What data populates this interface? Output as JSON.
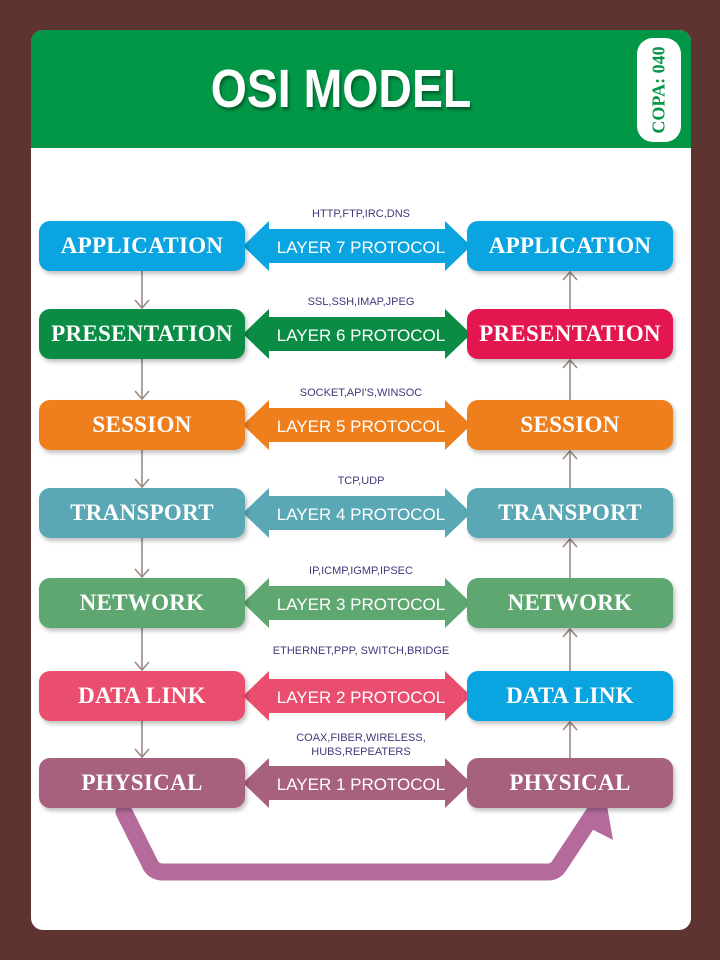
{
  "title": "OSI MODEL",
  "badge": "COPA: 040",
  "layers": [
    {
      "name": "APPLICATION",
      "protocol": "LAYER 7 PROTOCOL",
      "examples": "HTTP,FTP,IRC,DNS",
      "left_color": "#0aa4e0",
      "right_color": "#0aa4e0",
      "arrow_color": "#0aa4e0"
    },
    {
      "name": "PRESENTATION",
      "protocol": "LAYER 6 PROTOCOL",
      "examples": "SSL,SSH,IMAP,JPEG",
      "left_color": "#0a8c45",
      "right_color": "#e4164f",
      "arrow_color": "#0a8c45"
    },
    {
      "name": "SESSION",
      "protocol": "LAYER 5 PROTOCOL",
      "examples": "SOCKET,API'S,WINSOC",
      "left_color": "#ef7f1d",
      "right_color": "#ef7f1d",
      "arrow_color": "#ef7f1d"
    },
    {
      "name": "TRANSPORT",
      "protocol": "LAYER 4 PROTOCOL",
      "examples": "TCP,UDP",
      "left_color": "#5aa8b5",
      "right_color": "#5aa8b5",
      "arrow_color": "#5aa8b5"
    },
    {
      "name": "NETWORK",
      "protocol": "LAYER 3 PROTOCOL",
      "examples": "IP,ICMP,IGMP,IPSEC",
      "left_color": "#5ea771",
      "right_color": "#5ea771",
      "arrow_color": "#5ea771"
    },
    {
      "name": "DATA LINK",
      "protocol": "LAYER 2 PROTOCOL",
      "examples": "ETHERNET,PPP, SWITCH,BRIDGE",
      "left_color": "#e94e6f",
      "right_color": "#0aa4e0",
      "arrow_color": "#e94e6f"
    },
    {
      "name": "PHYSICAL",
      "protocol": "LAYER 1 PROTOCOL",
      "examples": "COAX,FIBER,WIRELESS, HUBS,REPEATERS",
      "left_color": "#a8607f",
      "right_color": "#a8607f",
      "arrow_color": "#a8607f"
    }
  ],
  "colors": {
    "background": "#5e3431",
    "header": "#029746",
    "connector": "#9c8a85",
    "bottom_arrow": "#b46b9b",
    "examples_text": "#3d3a7a"
  }
}
